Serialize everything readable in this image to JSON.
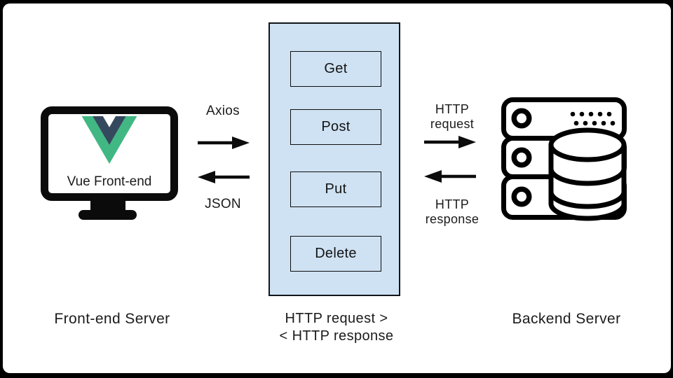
{
  "frontend": {
    "screen_label": "Vue Front-end",
    "caption": "Front-end Server",
    "logo_icon": "vue-logo-icon",
    "device_icon": "monitor-icon"
  },
  "left_channel": {
    "request_label": "Axios",
    "response_label": "JSON"
  },
  "middle": {
    "methods": [
      "Get",
      "Post",
      "Put",
      "Delete"
    ],
    "caption_line1": "HTTP request >",
    "caption_line2": "< HTTP response"
  },
  "right_channel": {
    "request_label": "HTTP request",
    "response_label": "HTTP response"
  },
  "backend": {
    "caption": "Backend Server",
    "device_icon": "database-server-icon"
  },
  "colors": {
    "background": "#000000",
    "surface": "#ffffff",
    "panel_blue": "#cfe2f3",
    "ink": "#0d0d0d",
    "vue_green": "#41b883",
    "vue_dark": "#35495e"
  }
}
